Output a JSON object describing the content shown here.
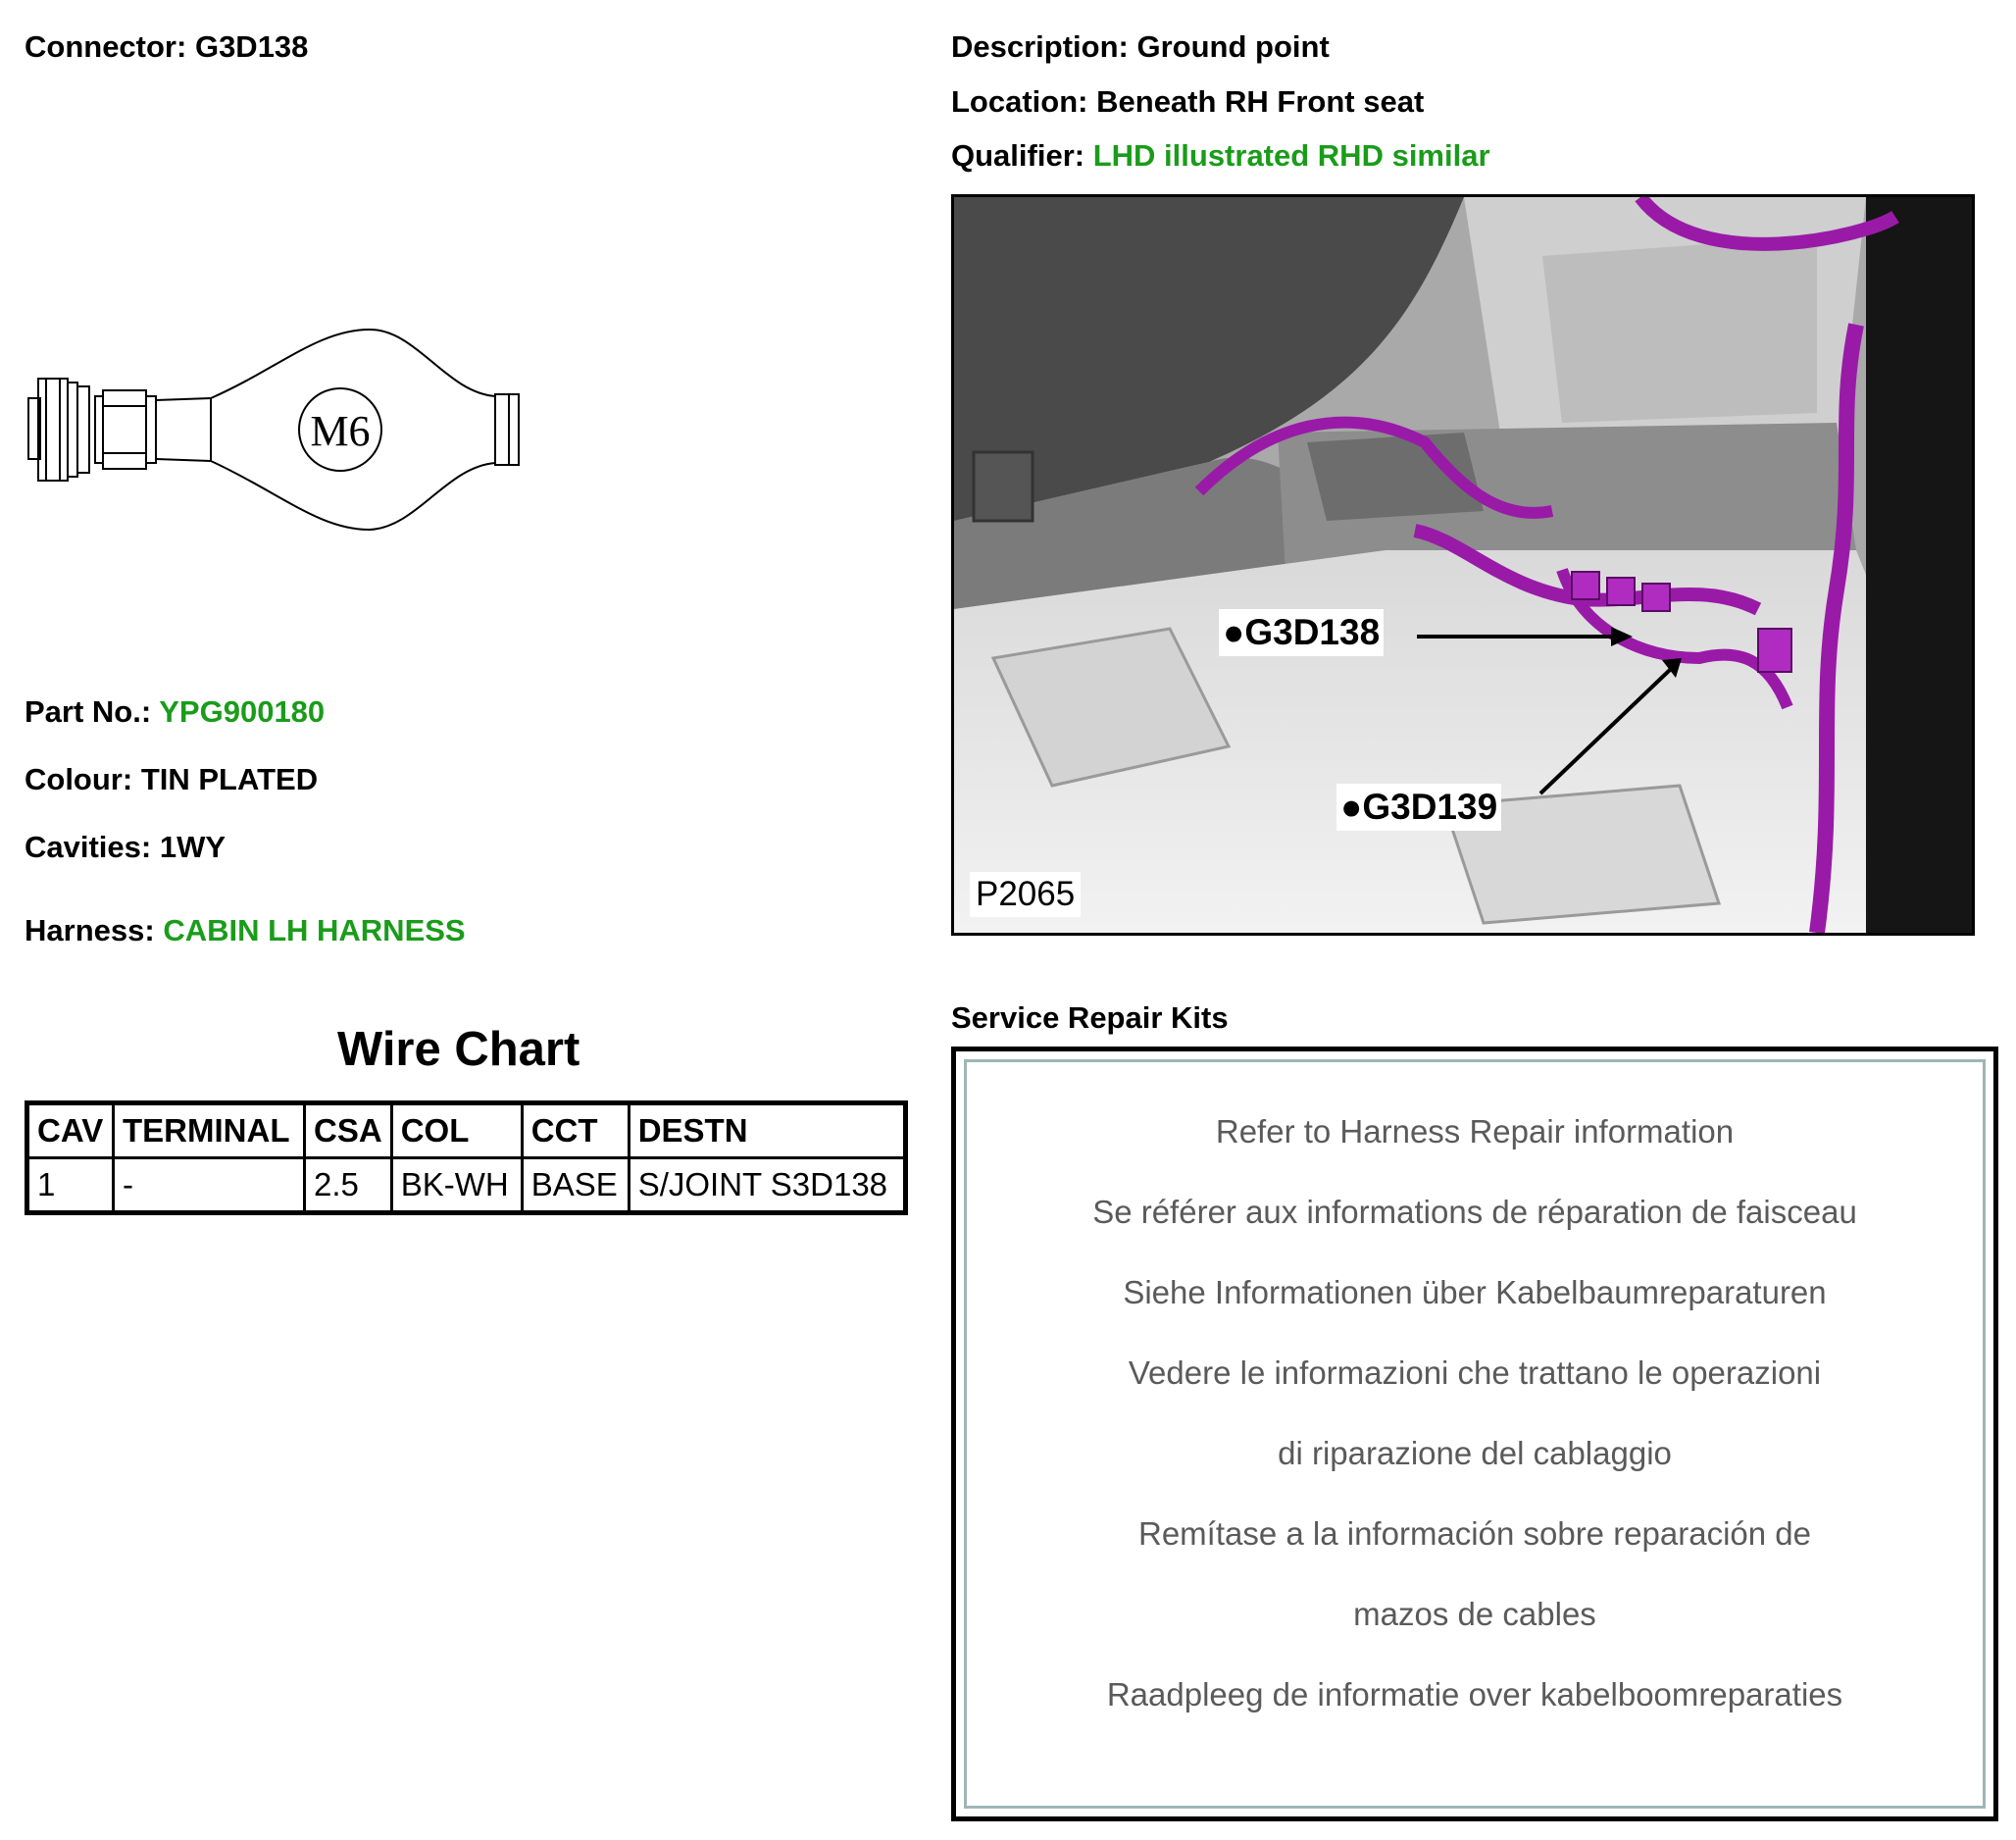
{
  "connector": {
    "label": "Connector:",
    "value": "G3D138"
  },
  "description": {
    "label": "Description:",
    "value": "Ground point"
  },
  "location": {
    "label": "Location:",
    "value": "Beneath RH Front seat"
  },
  "qualifier": {
    "label": "Qualifier:",
    "value": "LHD illustrated RHD similar"
  },
  "terminal_drawing": {
    "size_mark": "M6"
  },
  "part_no": {
    "label": "Part No.:",
    "value": "YPG900180"
  },
  "colour": {
    "label": "Colour:",
    "value": "TIN PLATED"
  },
  "cavities": {
    "label": "Cavities:",
    "value": "1WY"
  },
  "harness": {
    "label": "Harness:",
    "value": "CABIN LH HARNESS"
  },
  "wire_chart": {
    "title": "Wire Chart",
    "headers": [
      "CAV",
      "TERMINAL",
      "CSA",
      "COL",
      "CCT",
      "DESTN"
    ],
    "rows": [
      [
        "1",
        "-",
        "2.5",
        "BK-WH",
        "BASE",
        "S/JOINT S3D138"
      ]
    ]
  },
  "photo": {
    "callouts": [
      "G3D138",
      "G3D139"
    ],
    "figure_id": "P2065",
    "harness_color": "#9a1aa8"
  },
  "service_repair_kits": {
    "title": "Service Repair Kits",
    "lines": [
      "Refer to Harness Repair information",
      "Se référer aux informations de réparation de faisceau",
      "Siehe Informationen über Kabelbaumreparaturen",
      "Vedere le informazioni che trattano le operazioni",
      "di riparazione del cablaggio",
      "Remítase a la información sobre reparación de",
      "mazos de cables",
      "Raadpleeg de informatie over kabelboomreparaties"
    ]
  },
  "colors": {
    "accent_green": "#1a9c1a",
    "kit_border": "#9fb5b5",
    "kit_text": "#5a5a5a"
  }
}
